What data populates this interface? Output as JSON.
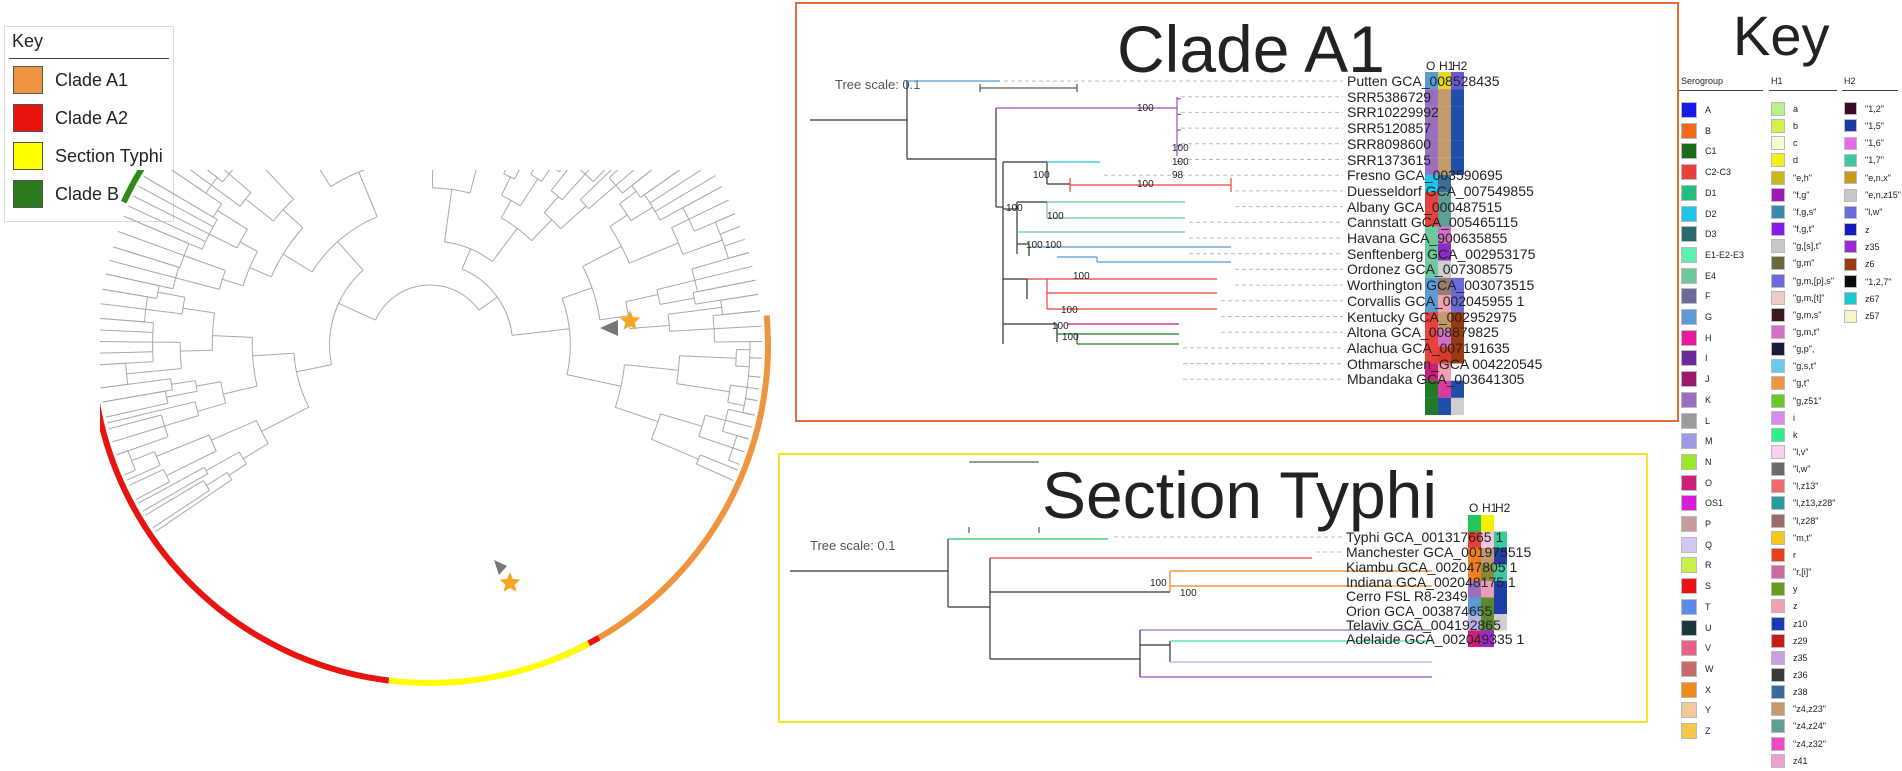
{
  "key_left": {
    "title": "Key",
    "items": [
      {
        "label": "Clade A1",
        "color": "#f0953f"
      },
      {
        "label": "Clade A2",
        "color": "#e8140f"
      },
      {
        "label": "Section Typhi",
        "color": "#ffff00"
      },
      {
        "label": "Clade B",
        "color": "#2b7a1c"
      }
    ]
  },
  "circular_tree": {
    "arc_colors": {
      "clade_b": "#2f8a17",
      "clade_a1": "#f0953f",
      "clade_a2": "#e8140f",
      "typhi": "#ffff00"
    },
    "marker_color": "#f5a623"
  },
  "clade_a1": {
    "title": "Clade A1",
    "tree_scale": "Tree scale: 0.1",
    "headers": [
      "O",
      "H1",
      "H2"
    ],
    "bootstraps": [
      "100",
      "100",
      "100",
      "98",
      "100",
      "100",
      "100",
      "100",
      "100",
      "100",
      "100",
      "100",
      "100",
      "100"
    ],
    "taxa": [
      "Putten GCA_008528435",
      "SRR5386729",
      "SRR10229992",
      "SRR5120857",
      "SRR8098600",
      "SRR1373615",
      "Fresno GCA_003590695",
      "Duesseldorf GCA_007549855",
      "Albany GCA_000487515",
      "Cannstatt GCA_005465115",
      "Havana GCA_900635855",
      "Senftenberg GCA_002953175",
      "Ordonez GCA_007308575",
      "Worthington GCA_003073515",
      "Corvallis GCA_002045955 1",
      "Kentucky GCA_002952975",
      "Altona GCA_008879825",
      "Alachua GCA_007191635",
      "Othmarschen_GCA 004220545",
      "Mbandaka GCA_003641305"
    ],
    "grid_colors": [
      [
        "#5b9bd5",
        "#e8d81f",
        "#6a5acd"
      ],
      [
        "#9b6fc0",
        "#c49a6c",
        "#1f4fa8"
      ],
      [
        "#9b6fc0",
        "#c49a6c",
        "#1f4fa8"
      ],
      [
        "#9b6fc0",
        "#c49a6c",
        "#1f4fa8"
      ],
      [
        "#9b6fc0",
        "#c49a6c",
        "#1f4fa8"
      ],
      [
        "#9b6fc0",
        "#c49a6c",
        "#1f4fa8"
      ],
      [
        "#1ec5e8",
        "#3a6e9b",
        "#ffffff"
      ],
      [
        "#e8413d",
        "#5f9e94",
        "#ffffff"
      ],
      [
        "#e8413d",
        "#5f9e94",
        "#ffffff"
      ],
      [
        "#6ec99a",
        "#d46fc9",
        "#ffffff"
      ],
      [
        "#6ec99a",
        "#8a2bc9",
        "#ffffff"
      ],
      [
        "#6ec99a",
        "#cfcfcf",
        "#ffffff"
      ],
      [
        "#5b9bd5",
        "#9b7b6e",
        "#6a6ad9"
      ],
      [
        "#5b9bd5",
        "#f0a0b0",
        "#6a6ad9"
      ],
      [
        "#e8413d",
        "#c49a6c",
        "#9b3a10"
      ],
      [
        "#e8413d",
        "#d46fc9",
        "#9b3a10"
      ],
      [
        "#e8413d",
        "#d93a2a",
        "#9b3a10"
      ],
      [
        "#cc1f7a",
        "#f0a0b0",
        "#ffffff"
      ],
      [
        "#1f7a2a",
        "#d93aa0",
        "#1f4fa8"
      ],
      [
        "#1f7a2a",
        "#1f4fa8",
        "#cfcfcf"
      ]
    ]
  },
  "section_typhi": {
    "title": "Section Typhi",
    "tree_scale": "Tree scale: 0.1",
    "headers": [
      "O",
      "H1",
      "H2"
    ],
    "bootstraps": [
      "100",
      "100"
    ],
    "taxa": [
      "Typhi GCA_001317665 1",
      "Manchester GCA_001975515",
      "Kiambu GCA_002047805 1",
      "Indiana GCA_002048175 1",
      "Cerro FSL R8-2349",
      "Orion GCA_003874655",
      "Telaviv GCA_004192865",
      "Adelaide GCA_002049335 1"
    ],
    "grid_colors": [
      [
        "#22c55e",
        "#f5f000",
        "#ffffff"
      ],
      [
        "#e8413d",
        "#f0c8e0",
        "#3ec9a0"
      ],
      [
        "#f08020",
        "#c49a6c",
        "#1f3fa8"
      ],
      [
        "#f08020",
        "#8a8a3a",
        "#3ec9a0"
      ],
      [
        "#9b6fc0",
        "#e8a0b8",
        "#1f3fa8"
      ],
      [
        "#5b9bd5",
        "#5a8a2a",
        "#1f3fa8"
      ],
      [
        "#b8b0e8",
        "#5a8a2a",
        "#cfcfcf"
      ],
      [
        "#cc1f7a",
        "#9b2bc9",
        "#ffffff"
      ]
    ]
  },
  "key_right": {
    "title": "Key",
    "serogroup": {
      "title": "Serogroup",
      "items": [
        {
          "label": "A",
          "color": "#1a1ae8"
        },
        {
          "label": "B",
          "color": "#f06a1a"
        },
        {
          "label": "C1",
          "color": "#1a6e1a"
        },
        {
          "label": "C2-C3",
          "color": "#e8413d"
        },
        {
          "label": "D1",
          "color": "#22c07a"
        },
        {
          "label": "D2",
          "color": "#1ec5e8"
        },
        {
          "label": "D3",
          "color": "#2a6a6a"
        },
        {
          "label": "E1-E2-E3",
          "color": "#5ef0b0"
        },
        {
          "label": "E4",
          "color": "#6ec99a"
        },
        {
          "label": "F",
          "color": "#6a6a9b"
        },
        {
          "label": "G",
          "color": "#5b9bd5"
        },
        {
          "label": "H",
          "color": "#e81a9b"
        },
        {
          "label": "I",
          "color": "#6a2a9b"
        },
        {
          "label": "J",
          "color": "#9b1a6a"
        },
        {
          "label": "K",
          "color": "#9b6fc0"
        },
        {
          "label": "L",
          "color": "#9b9b9b"
        },
        {
          "label": "M",
          "color": "#9b9be8"
        },
        {
          "label": "N",
          "color": "#9be82a"
        },
        {
          "label": "O",
          "color": "#cc1f7a"
        },
        {
          "label": "OS1",
          "color": "#d91ad9"
        },
        {
          "label": "P",
          "color": "#c89a9a"
        },
        {
          "label": "Q",
          "color": "#d0c8f0"
        },
        {
          "label": "R",
          "color": "#c8f04a"
        },
        {
          "label": "S",
          "color": "#e8141a"
        },
        {
          "label": "T",
          "color": "#5b8ae8"
        },
        {
          "label": "U",
          "color": "#1a3a3a"
        },
        {
          "label": "V",
          "color": "#e8608a"
        },
        {
          "label": "W",
          "color": "#c86a6a"
        },
        {
          "label": "X",
          "color": "#f08a1a"
        },
        {
          "label": "Y",
          "color": "#f5c89a"
        },
        {
          "label": "Z",
          "color": "#f5c84a"
        }
      ]
    },
    "h1": {
      "title": "H1",
      "items": [
        {
          "label": "a",
          "color": "#b8f08a"
        },
        {
          "label": "b",
          "color": "#d8f04a"
        },
        {
          "label": "c",
          "color": "#fafad2"
        },
        {
          "label": "d",
          "color": "#f5f01a"
        },
        {
          "label": "\"e,h\"",
          "color": "#c8b81a"
        },
        {
          "label": "\"f,g\"",
          "color": "#9b1ab8"
        },
        {
          "label": "\"f,g,s\"",
          "color": "#3a8ab0"
        },
        {
          "label": "\"f,g,t\"",
          "color": "#8a1ae8"
        },
        {
          "label": "\"g,[s],t\"",
          "color": "#c8c8c8"
        },
        {
          "label": "\"g,m\"",
          "color": "#6a6a3a"
        },
        {
          "label": "\"g,m,[p],s\"",
          "color": "#6a6ad9"
        },
        {
          "label": "\"g,m,[t]\"",
          "color": "#f0c8c8"
        },
        {
          "label": "\"g,m,s\"",
          "color": "#3a1a1a"
        },
        {
          "label": "\"g,m,t\"",
          "color": "#d46fc9"
        },
        {
          "label": "\"g,p\",",
          "color": "#1a1a3a"
        },
        {
          "label": "\"g,s,t\"",
          "color": "#6ac8f0"
        },
        {
          "label": "\"g,t\"",
          "color": "#f0953f"
        },
        {
          "label": "\"g,z51\"",
          "color": "#6ac82a"
        },
        {
          "label": "i",
          "color": "#d88ae8"
        },
        {
          "label": "k",
          "color": "#2af08a"
        },
        {
          "label": "\"l,v\"",
          "color": "#f8d0f0"
        },
        {
          "label": "\"l,w\"",
          "color": "#6a6a6a"
        },
        {
          "label": "\"l,z13\"",
          "color": "#f06a6a"
        },
        {
          "label": "\"l,z13,z28\"",
          "color": "#2a9b9b"
        },
        {
          "label": "\"l,z28\"",
          "color": "#9b6a6a"
        },
        {
          "label": "\"m,t\"",
          "color": "#f5c81a"
        },
        {
          "label": "r",
          "color": "#e8411a"
        },
        {
          "label": "\"r,[i]\"",
          "color": "#c86aa0"
        },
        {
          "label": "y",
          "color": "#6a9b1a"
        },
        {
          "label": "z",
          "color": "#f0a0b0"
        },
        {
          "label": "z10",
          "color": "#1a3ab8"
        },
        {
          "label": "z29",
          "color": "#c81a1a"
        },
        {
          "label": "z35",
          "color": "#c8a0e0"
        },
        {
          "label": "z36",
          "color": "#3a3a3a"
        },
        {
          "label": "z38",
          "color": "#3a6a9b"
        },
        {
          "label": "\"z4,z23\"",
          "color": "#c49a6c"
        },
        {
          "label": "\"z4,z24\"",
          "color": "#5f9e94"
        },
        {
          "label": "\"z4,z32\"",
          "color": "#e84ac8"
        },
        {
          "label": "z41",
          "color": "#f0a0d0"
        }
      ]
    },
    "h2": {
      "title": "H2",
      "items": [
        {
          "label": "\"1,2\"",
          "color": "#3a0a2a"
        },
        {
          "label": "\"1,5\"",
          "color": "#1a3aa8"
        },
        {
          "label": "\"1,6\"",
          "color": "#e86ae8"
        },
        {
          "label": "\"1,7\"",
          "color": "#3ec9a0"
        },
        {
          "label": "\"e,n,x\"",
          "color": "#c89a1a"
        },
        {
          "label": "\"e,n,z15\"",
          "color": "#c8c8c8"
        },
        {
          "label": "\"l,w\"",
          "color": "#6a6ad9"
        },
        {
          "label": "z",
          "color": "#1a1ab8"
        },
        {
          "label": "z35",
          "color": "#9b2ad9"
        },
        {
          "label": "z6",
          "color": "#9b3a10"
        },
        {
          "label": "\"1,2,7\"",
          "color": "#0a0a0a"
        },
        {
          "label": "z67",
          "color": "#1ac8d0"
        },
        {
          "label": "z57",
          "color": "#f5f5c8"
        }
      ]
    }
  }
}
